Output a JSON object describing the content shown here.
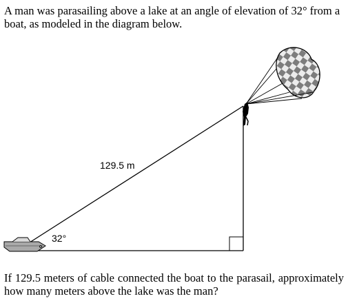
{
  "problem": {
    "intro": "A man was parasailing above a lake at an angle of elevation of 32° from a boat, as modeled in the diagram below.",
    "question": "If 129.5 meters of cable connected the boat to the parasail, approximately how many meters above the lake was the man?"
  },
  "diagram": {
    "cable_label": "129.5 m",
    "angle_label": "32°",
    "right_angle_marker": true
  }
}
